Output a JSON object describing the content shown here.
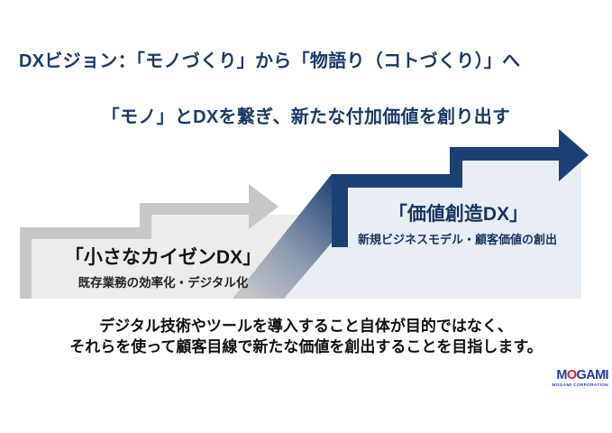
{
  "slide": {
    "title": "DXビジョン：「モノづくり」から「物語り（コトづくり）」へ",
    "subtitle": "「モノ」とDXを繋ぎ、新たな付加価値を創り出す",
    "steps": {
      "kaizen": {
        "label": "「小さなカイゼンDX」",
        "description": "既存業務の効率化・デジタル化"
      },
      "value_creation": {
        "label": "「価値創造DX」",
        "description": "新規ビジネスモデル・顧客価値の創出"
      }
    },
    "footer_lines": [
      "デジタル技術やツールを導入すること自体が目的ではなく、",
      "それらを使って顧客目線で新たな価値を創出することを目指します。"
    ],
    "logo": {
      "prefix": "M",
      "accent": "O",
      "suffix": "GAMI",
      "company": "MOGAMI CORPORATION"
    },
    "colors": {
      "heading_navy": "#1C3A66",
      "shape_navy": "#1B4174",
      "shape_gray": "#C8C8C8",
      "fill_gray": "#ECECEB",
      "fill_blue": "#E9EDF4",
      "logo_blue": "#1F3AA5",
      "logo_red": "#D4262A",
      "body_black": "#111111"
    }
  }
}
